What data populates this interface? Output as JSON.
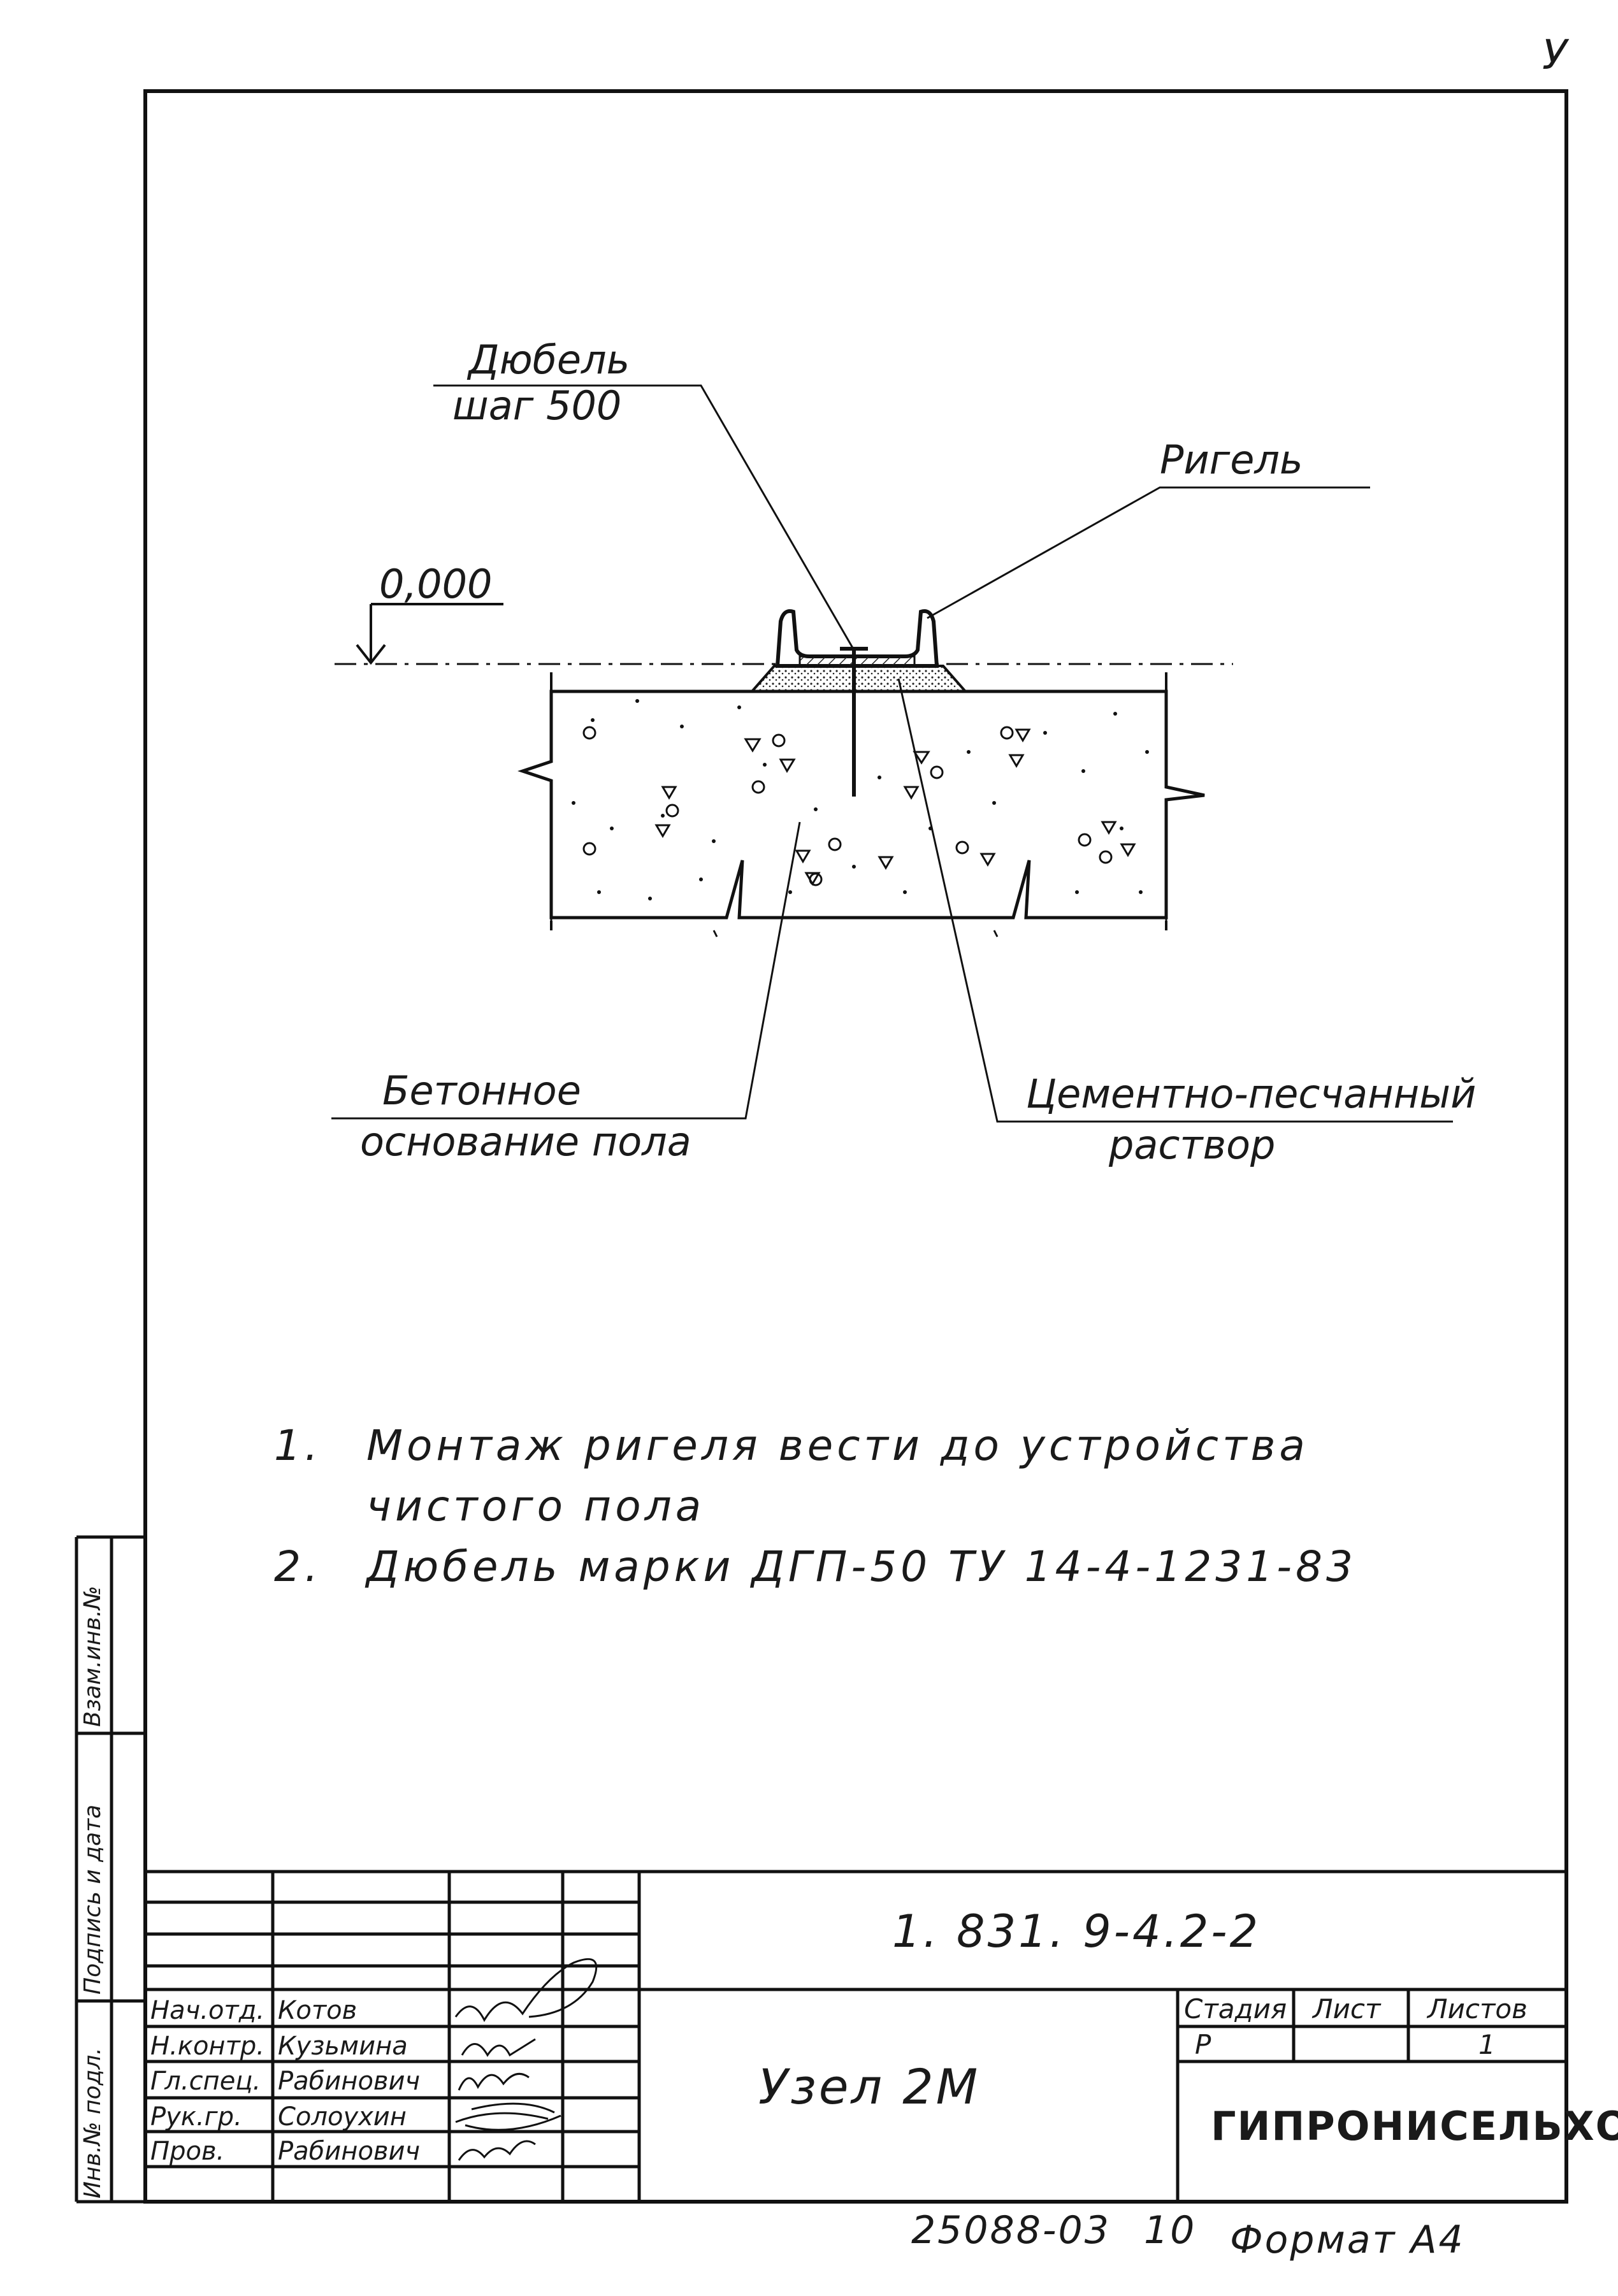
{
  "sheet": {
    "corner_number": "У"
  },
  "drawing": {
    "labels": {
      "dowel_line1": "Дюбель",
      "dowel_line2": "шаг 500",
      "girder": "Ригель",
      "elevation": "0,000",
      "concrete_line1": "Бетонное",
      "concrete_line2": "основание пола",
      "mortar_line1": "Цементно-песчанный",
      "mortar_line2": "раствор"
    }
  },
  "notes": [
    {
      "num": "1.",
      "line1": "Монтаж ригеля вести до устройства",
      "line2": "чистого пола"
    },
    {
      "num": "2.",
      "line1": "Дюбель марки ДГП-50 ТУ 14-4-1231-83"
    }
  ],
  "side_stamp": {
    "inv_no": "Инв.№ подл.",
    "sign_date": "Подпись и дата",
    "replace_inv": "Взам.инв.№"
  },
  "title_block": {
    "designation": "1. 831. 9-4.2-2",
    "title": "Узел 2М",
    "organization": "ГИПРОНИСЕЛЬХОЗ",
    "stage_header": "Стадия",
    "sheet_header": "Лист",
    "sheets_header": "Листов",
    "stage": "Р",
    "sheet": "",
    "sheets": "1",
    "people": [
      {
        "role": "Нач.отд.",
        "name": "Котов"
      },
      {
        "role": "Н.контр.",
        "name": "Кузьмина"
      },
      {
        "role": "Гл.спец.",
        "name": "Рабинович"
      },
      {
        "role": "Рук.гр.",
        "name": "Солоухин"
      },
      {
        "role": "Пров.",
        "name": "Рабинович"
      }
    ]
  },
  "footer": {
    "number": "25088-03",
    "page": "10",
    "format": "Формат А4"
  }
}
